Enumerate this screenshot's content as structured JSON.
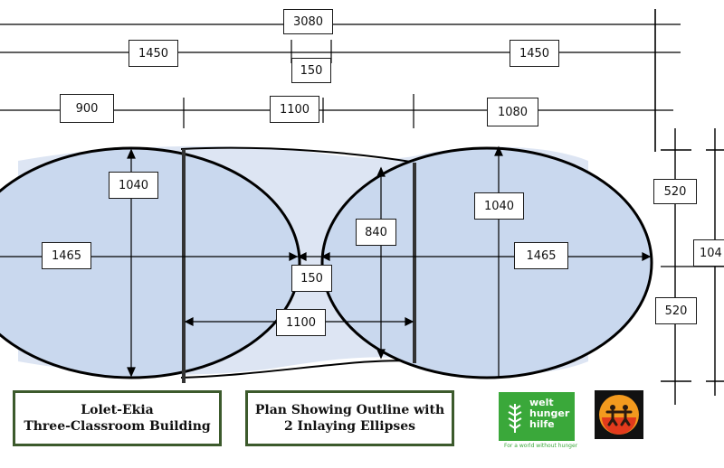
{
  "dimensions": {
    "overall_width": "3080",
    "left_ellipse_span": "1450",
    "right_ellipse_span": "1450",
    "gap_top": "150",
    "seg_left": "900",
    "seg_middle": "1100",
    "seg_right": "1080",
    "left_ellipse_height": "1040",
    "right_ellipse_height": "1040",
    "waist_height": "840",
    "left_ellipse_length": "1465",
    "right_ellipse_length": "1465",
    "gap_center": "150",
    "wall_spacing": "1100",
    "half_height_top": "520",
    "half_height_bottom": "520",
    "side_height_partial": "104"
  },
  "title_block": {
    "project_line1": "Lolet-Ekia",
    "project_line2": "Three-Classroom Building",
    "plan_line1": "Plan Showing Outline with",
    "plan_line2": "2 Inlaying Ellipses"
  },
  "logos": {
    "whh_line1": "welt",
    "whh_line2": "hunger",
    "whh_line3": "hilfe",
    "whh_tagline": "For a world without hunger",
    "whh_color": "#3aa83a",
    "partner_logo": "partner-organization-logo"
  },
  "colors": {
    "ellipse_fill": "#c9d8ee",
    "waist_fill": "#dde5f3",
    "title_border": "#3c5a2c"
  }
}
